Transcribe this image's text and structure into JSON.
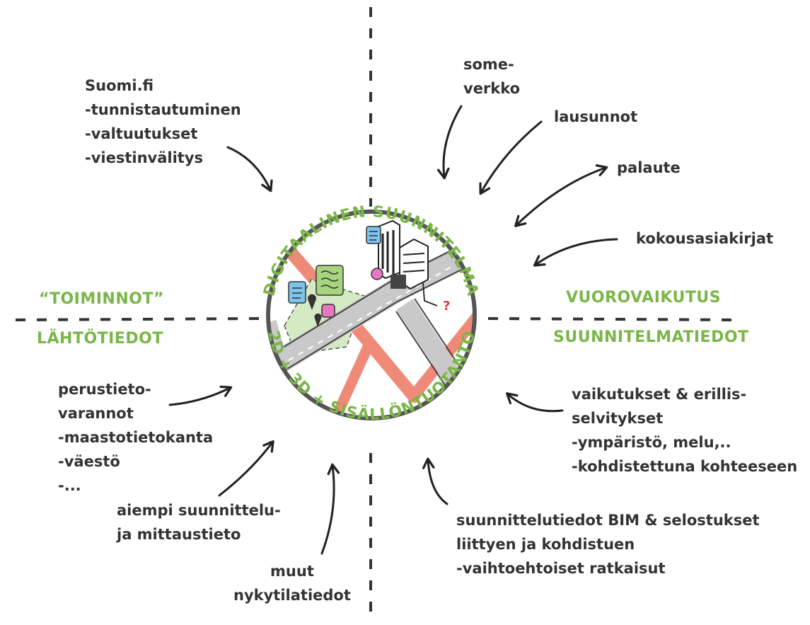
{
  "center": {
    "top_arc_text": "DIGITAALINEN SUUNNITELMA",
    "bottom_arc_text": "2D + 3D + SISÄLLÖNTUOTANTO"
  },
  "quadrant_labels": {
    "top_left": "“TOIMINNOT”",
    "bottom_left": "LÄHTÖTIEDOT",
    "top_right": "VUOROVAIKUTUS",
    "bottom_right": "SUUNNITELMATIEDOT"
  },
  "notes": {
    "suomi": [
      "Suomi.fi",
      "-tunnistautuminen",
      "-valtuutukset",
      "-viestinvälitys"
    ],
    "some": [
      "some-",
      "verkko"
    ],
    "lausunnot": "lausunnot",
    "palaute": "palaute",
    "kokous": "kokousasiakirjat",
    "perustieto": [
      "perustieto-",
      "varannot",
      "-maastotietokanta",
      "-väestö",
      "-..."
    ],
    "aiempi": [
      "aiempi suunnittelu-",
      "ja mittaustieto"
    ],
    "muut": [
      "muut",
      "nykytilatiedot"
    ],
    "vaikutukset": [
      "vaikutukset & erillis-",
      "selvitykset",
      "-ympäristö, melu,..",
      "-kohdistettuna kohteeseen"
    ],
    "suunnittelutiedot": [
      "suunnittelutiedot BIM & selostukset",
      "liittyen ja kohdistuen",
      "-vaihtoehtoiset ratkaisut"
    ]
  },
  "map": {
    "question_mark": "?"
  },
  "colors": {
    "green": "#7ab648",
    "text": "#333333",
    "road_gray": "#c9c9c9",
    "street_red": "#f08a78",
    "park_green": "#d4eac3",
    "bubble_blue": "#7cc3ee",
    "bubble_green": "#a7d47f",
    "bubble_pink": "#e777c0"
  }
}
